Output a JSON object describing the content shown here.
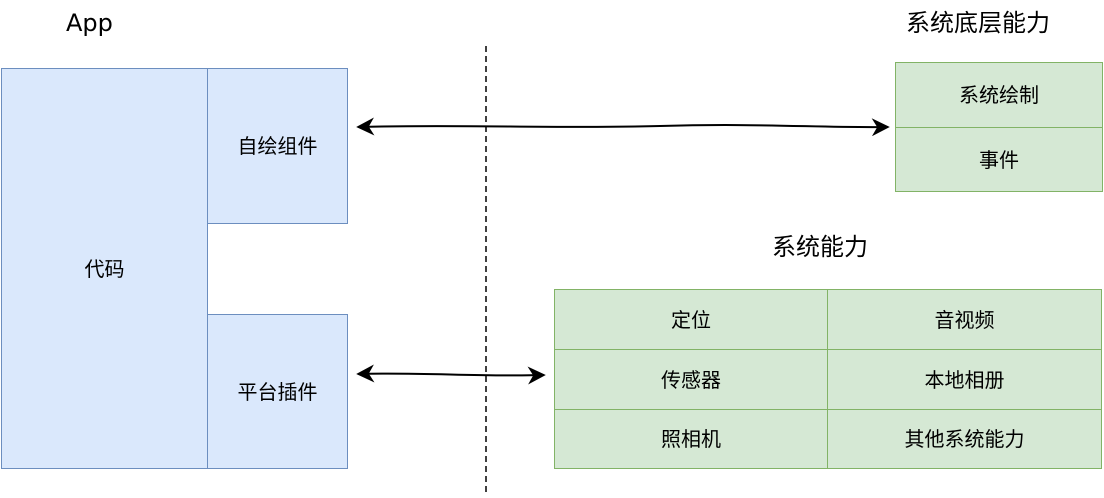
{
  "titles": {
    "app": "App",
    "system_base": "系统底层能力",
    "system_capability": "系统能力"
  },
  "app": {
    "code": "代码",
    "self_draw": "自绘组件",
    "platform_plugin": "平台插件"
  },
  "system_base": {
    "draw": "系统绘制",
    "events": "事件"
  },
  "system_capability": {
    "location": "定位",
    "audio_video": "音视频",
    "sensor": "传感器",
    "local_album": "本地相册",
    "camera": "照相机",
    "other": "其他系统能力"
  },
  "colors": {
    "blue_fill": "#dae8fc",
    "blue_stroke": "#6c8ebf",
    "green_fill": "#d5e8d4",
    "green_stroke": "#82b366"
  }
}
